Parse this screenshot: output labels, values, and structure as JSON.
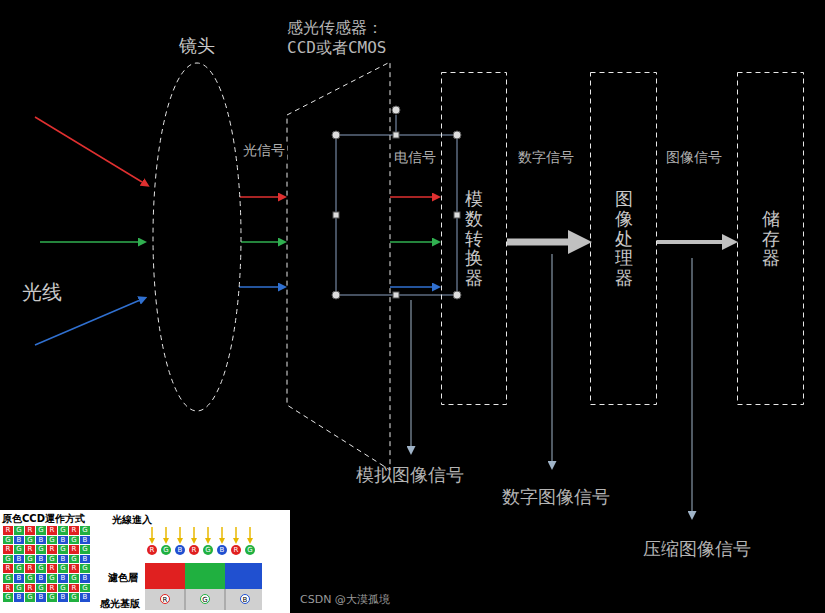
{
  "diagram": {
    "nodes": [
      {
        "text": [
          "镜头"
        ]
      },
      {
        "text": [
          "感光传感器： CCD或者CMOS"
        ]
      },
      {
        "text": [
          "模数转换器"
        ]
      },
      {
        "text": [
          "图像处理器"
        ]
      },
      {
        "text": [
          "储存器"
        ]
      }
    ],
    "edges": [
      {
        "from": 0,
        "to": 1,
        "arrow": "to",
        "label": "光信号"
      },
      {
        "from": 0,
        "to": 1,
        "arrow": "to"
      },
      {
        "from": 0,
        "to": 1,
        "arrow": "to"
      },
      {
        "from": 1,
        "to": 2,
        "arrow": "to",
        "label": "电信号"
      },
      {
        "from": 1,
        "to": 2,
        "arrow": "to"
      },
      {
        "from": 1,
        "to": 2,
        "arrow": "to"
      },
      {
        "from": 2,
        "to": 3,
        "arrow": "to",
        "label": "数字信号"
      },
      {
        "from": 3,
        "to": 4,
        "arrow": "to",
        "label": "图像信号"
      }
    ],
    "labels": [
      "光线",
      "模拟图像信号",
      "数字图像信号",
      "压缩图像信号",
      "原色CCD運作方式",
      "光線進入",
      "濾色層",
      "感光基版",
      "CSDN @大漠孤境",
      "R",
      "G",
      "R",
      "G",
      "R",
      "G",
      "R",
      "G",
      "G",
      "B",
      "G",
      "B",
      "G",
      "B",
      "G",
      "B",
      "R",
      "G",
      "R",
      "G",
      "R",
      "G",
      "R",
      "G",
      "G",
      "B",
      "G",
      "B",
      "G",
      "B",
      "G",
      "B",
      "R",
      "G",
      "R",
      "G",
      "R",
      "G",
      "R",
      "G",
      "G",
      "B",
      "G",
      "B",
      "G",
      "B",
      "G",
      "B",
      "R",
      "G",
      "R",
      "G",
      "R",
      "G",
      "R",
      "G",
      "G",
      "B",
      "G",
      "B",
      "G",
      "B",
      "G",
      "B",
      "R",
      "G",
      "B",
      "R",
      "G",
      "B",
      "R",
      "G",
      "R",
      "G",
      "B"
    ]
  }
}
